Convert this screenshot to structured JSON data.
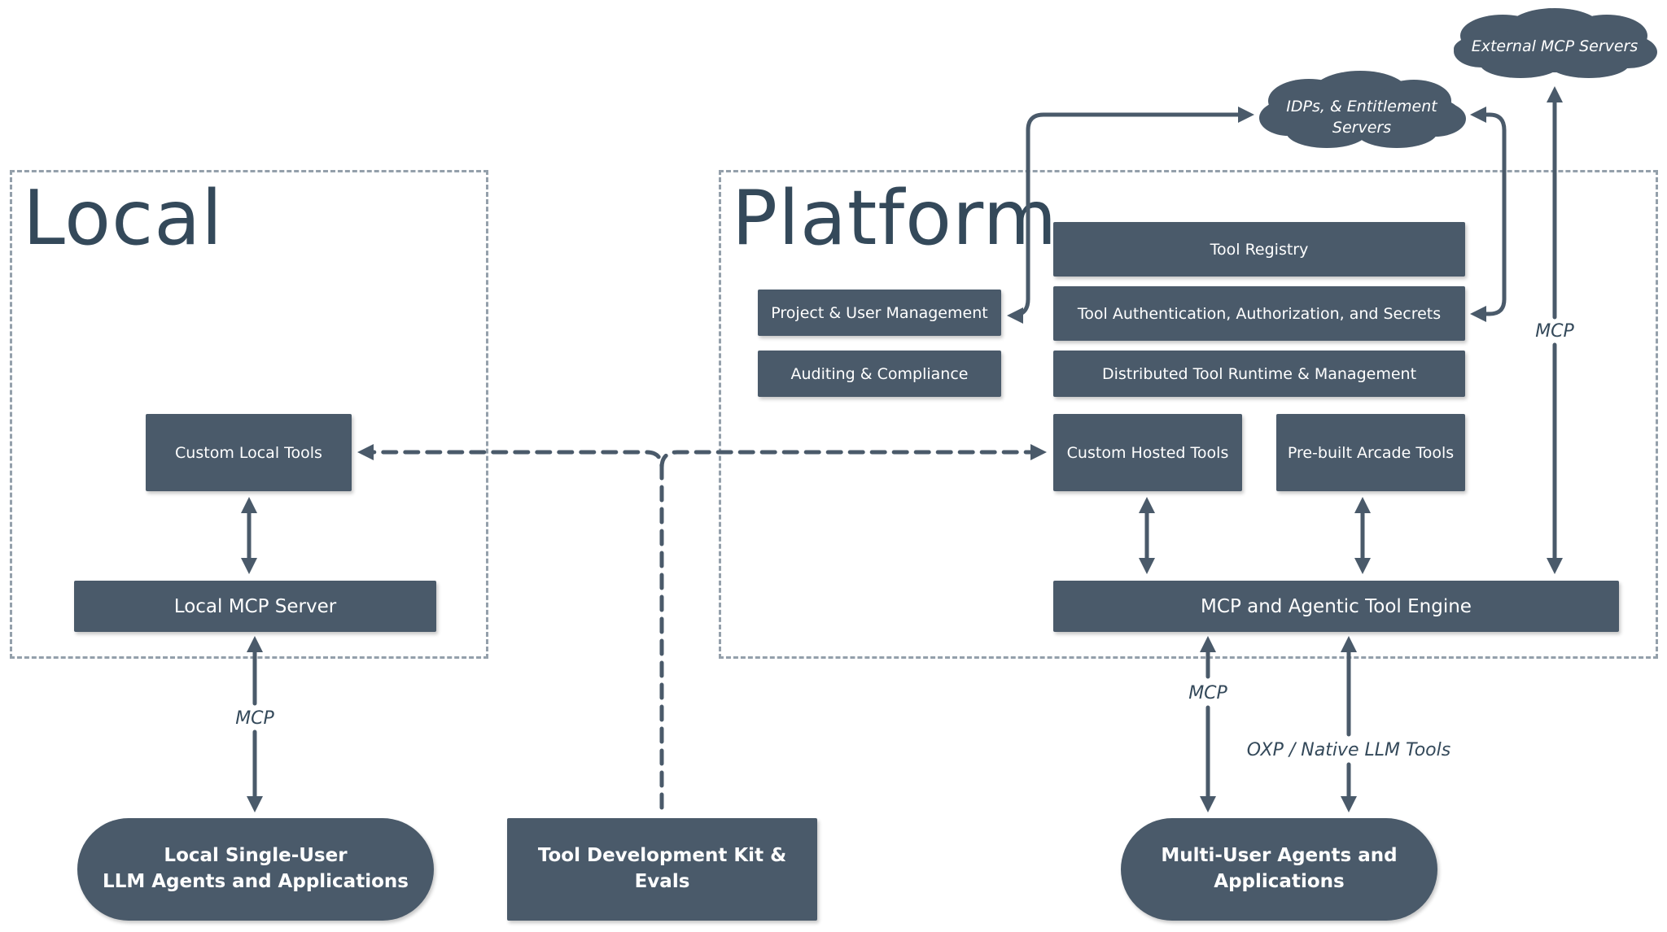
{
  "regions": {
    "local": {
      "title": "Local"
    },
    "platform": {
      "title": "Platform"
    }
  },
  "nodes": {
    "custom_local_tools": "Custom Local Tools",
    "local_mcp_server": "Local MCP Server",
    "local_agents": "Local Single-User\nLLM Agents and Applications",
    "tool_dev_kit": "Tool Development Kit & Evals",
    "multi_user_agents": "Multi-User Agents and\nApplications",
    "tool_registry": "Tool Registry",
    "project_user_mgmt": "Project & User Management",
    "tool_auth": "Tool Authentication, Authorization, and Secrets",
    "auditing": "Auditing & Compliance",
    "distributed_runtime": "Distributed Tool Runtime & Management",
    "custom_hosted_tools": "Custom Hosted Tools",
    "prebuilt_tools": "Pre-built Arcade Tools",
    "engine": "MCP and Agentic Tool Engine",
    "idp_line1": "IDPs, & Entitlement",
    "idp_line2": "Servers",
    "external_mcp": "External MCP Servers"
  },
  "edge_labels": {
    "local_mcp": "MCP",
    "external_mcp": "MCP",
    "engine_mcp": "MCP",
    "oxp": "OXP / Native LLM Tools"
  },
  "colors": {
    "box": "#4a5a6a",
    "arrow": "#4a5a6a",
    "region_border": "#94a0ab",
    "title_text": "#34495a"
  }
}
